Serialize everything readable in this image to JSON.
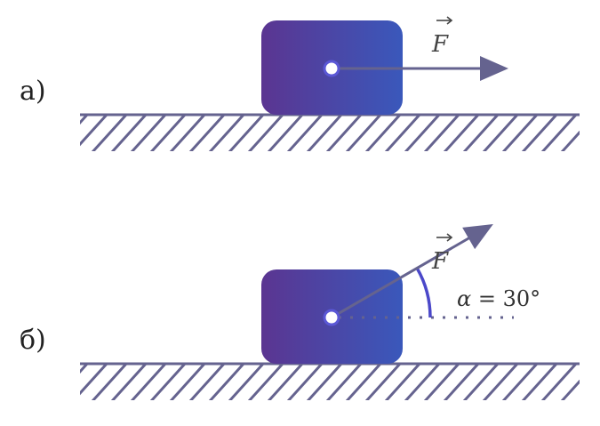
{
  "colors": {
    "line": "#65638f",
    "block_left": "#5b3591",
    "block_right": "#3a58bb",
    "angle_arc": "#4b48c9",
    "center_dot_stroke": "#5b58d6"
  },
  "panel_a": {
    "label": "а)",
    "force_symbol": "F"
  },
  "panel_b": {
    "label": "б)",
    "force_symbol": "F",
    "angle_greek": "α",
    "angle_rest": " = 30°"
  },
  "angle_degrees": 30
}
